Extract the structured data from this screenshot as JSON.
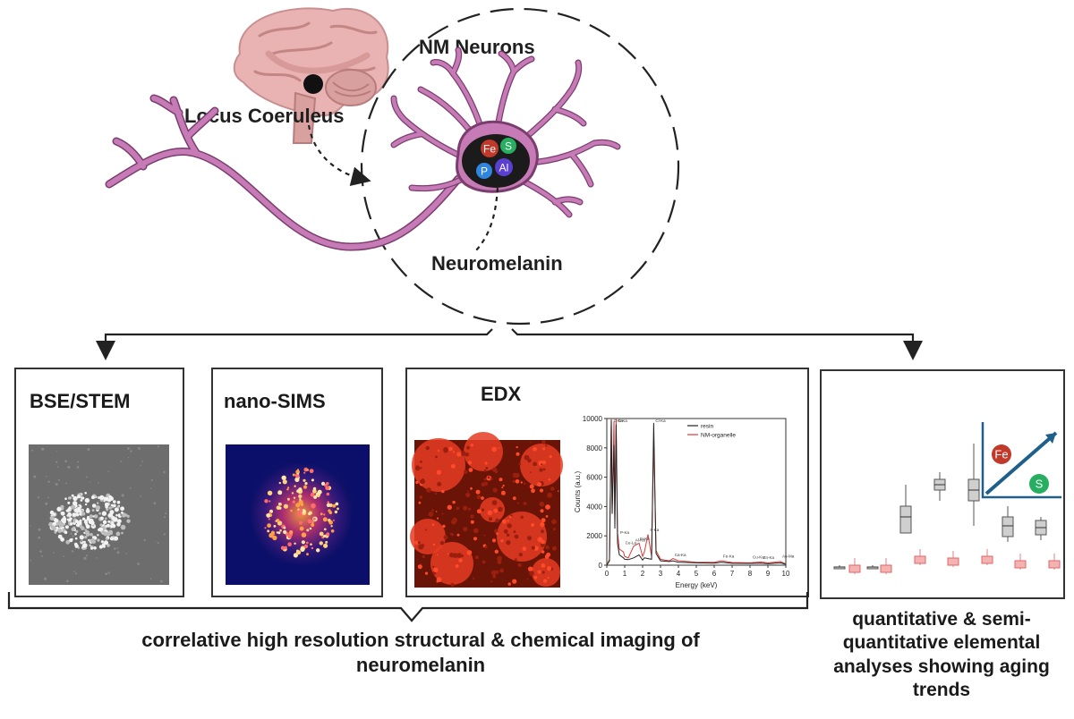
{
  "top": {
    "locus_label": "Locus Coeruleus",
    "neurons_label": "NM Neurons",
    "neuromelanin_label": "Neuromelanin",
    "elements": [
      {
        "symbol": "Fe",
        "color": "#c0392b"
      },
      {
        "symbol": "S",
        "color": "#27ae60"
      },
      {
        "symbol": "P",
        "color": "#2e86de"
      },
      {
        "symbol": "Al",
        "color": "#5b3fd1"
      }
    ],
    "neuron_color": "#c77bb6",
    "brain_color": "#e9b3b3"
  },
  "panels": {
    "bse_title": "BSE/STEM",
    "nanosims_title": "nano-SIMS",
    "edx_title": "EDX",
    "quant_elements": [
      {
        "symbol": "Fe",
        "color": "#c0392b"
      },
      {
        "symbol": "S",
        "color": "#27ae60"
      }
    ]
  },
  "captions": {
    "left": "correlative high resolution structural & chemical imaging of neuromelanin",
    "right": "quantitative & semi-quantitative elemental analyses showing aging trends"
  },
  "chart_data": [
    {
      "type": "line",
      "title": "",
      "xlabel": "Energy (keV)",
      "ylabel": "Counts (a.u.)",
      "xlim": [
        0,
        10
      ],
      "ylim": [
        0,
        10000
      ],
      "xticks": [
        0,
        1,
        2,
        3,
        4,
        5,
        6,
        7,
        8,
        9,
        10
      ],
      "yticks": [
        0,
        2000,
        4000,
        6000,
        8000,
        10000
      ],
      "legend": "top-right",
      "series": [
        {
          "name": "resin",
          "color": "#222222",
          "x": [
            0,
            0.15,
            0.25,
            0.3,
            0.4,
            0.45,
            0.52,
            0.6,
            0.7,
            0.93,
            1.0,
            1.2,
            1.5,
            1.8,
            2.0,
            2.1,
            2.3,
            2.5,
            2.62,
            2.75,
            3.0,
            3.5,
            3.7,
            4.0,
            4.5,
            5.0,
            6.0,
            6.4,
            7.0,
            8.0,
            8.6,
            9.0,
            9.7,
            10
          ],
          "y": [
            0,
            300,
            9900,
            3500,
            8200,
            2500,
            9600,
            1500,
            700,
            500,
            400,
            380,
            500,
            700,
            350,
            500,
            450,
            400,
            9700,
            800,
            300,
            250,
            300,
            200,
            180,
            160,
            140,
            200,
            130,
            120,
            140,
            100,
            160,
            60
          ]
        },
        {
          "name": "NM-organelle",
          "color": "#d93b3b",
          "x": [
            0,
            0.15,
            0.25,
            0.3,
            0.4,
            0.45,
            0.52,
            0.6,
            0.7,
            0.93,
            1.0,
            1.2,
            1.5,
            1.8,
            2.0,
            2.1,
            2.3,
            2.5,
            2.62,
            2.75,
            3.0,
            3.5,
            3.7,
            4.0,
            4.5,
            5.0,
            6.0,
            6.4,
            7.0,
            8.0,
            8.6,
            9.0,
            9.7,
            10
          ],
          "y": [
            0,
            400,
            10000,
            4000,
            9800,
            3000,
            10000,
            2200,
            1100,
            900,
            600,
            500,
            1300,
            1500,
            600,
            900,
            2100,
            600,
            8500,
            1000,
            400,
            300,
            450,
            300,
            250,
            200,
            200,
            300,
            180,
            160,
            220,
            150,
            250,
            80
          ]
        }
      ],
      "peak_labels": [
        {
          "text": "C-Ka",
          "x": 0.28,
          "y": 10000
        },
        {
          "text": "O-Ka",
          "x": 0.52,
          "y": 10000
        },
        {
          "text": "Cl-Ka",
          "x": 2.62,
          "y": 9800
        },
        {
          "text": "P-Ka",
          "x": 0.65,
          "y": 2000
        },
        {
          "text": "Cu-La",
          "x": 0.93,
          "y": 1300
        },
        {
          "text": "Al-Ka",
          "x": 1.49,
          "y": 1500
        },
        {
          "text": "Si-Ka",
          "x": 1.74,
          "y": 1600
        },
        {
          "text": "S-Ka",
          "x": 2.31,
          "y": 2200
        },
        {
          "text": "Ca-Ka",
          "x": 3.69,
          "y": 500
        },
        {
          "text": "Fe-Ka",
          "x": 6.4,
          "y": 400
        },
        {
          "text": "Cu-Ka",
          "x": 8.05,
          "y": 350
        },
        {
          "text": "Zn-Ka",
          "x": 8.64,
          "y": 300
        },
        {
          "text": "Au-Ma",
          "x": 9.7,
          "y": 400
        }
      ]
    }
  ]
}
